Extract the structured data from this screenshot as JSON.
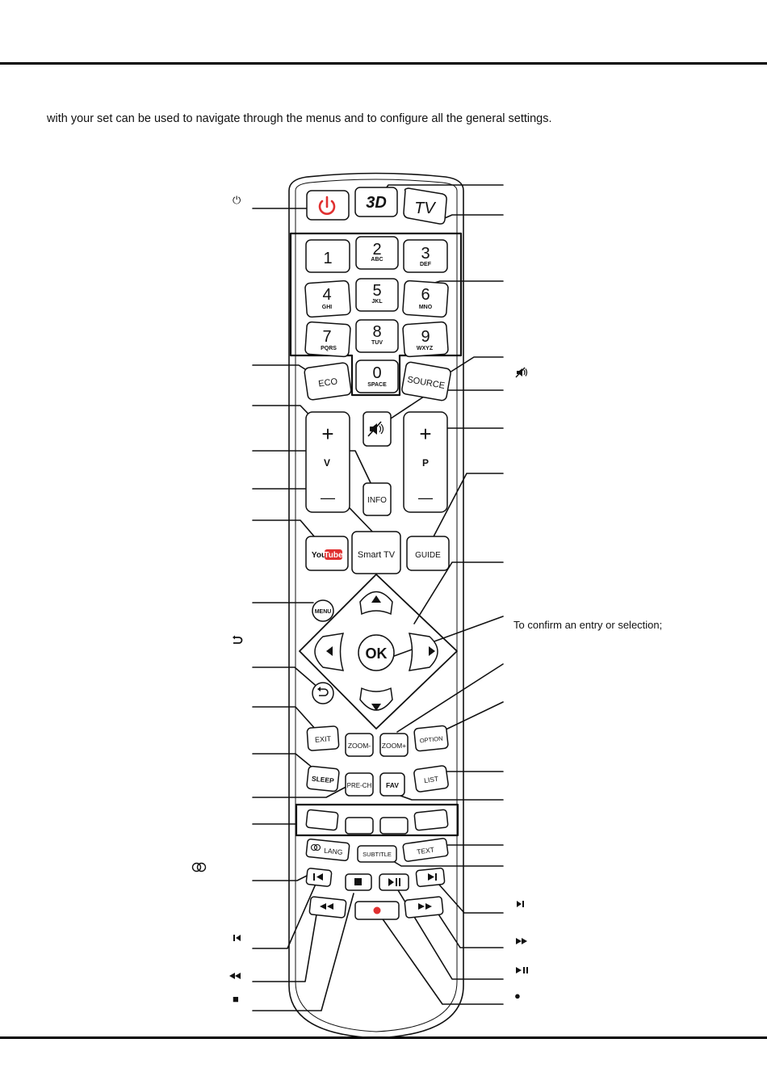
{
  "intro_text": "with your set can be used to navigate through the menus and to configure all the general settings.",
  "confirm_text": "To confirm an entry or selection;",
  "remote": {
    "top_row": {
      "three_d": "3D",
      "tv": "TV"
    },
    "digits": [
      {
        "n": "1",
        "sub": ""
      },
      {
        "n": "2",
        "sub": "ABC"
      },
      {
        "n": "3",
        "sub": "DEF"
      },
      {
        "n": "4",
        "sub": "GHI"
      },
      {
        "n": "5",
        "sub": "JKL"
      },
      {
        "n": "6",
        "sub": "MNO"
      },
      {
        "n": "7",
        "sub": "PQRS"
      },
      {
        "n": "8",
        "sub": "TUV"
      },
      {
        "n": "9",
        "sub": "WXYZ"
      },
      {
        "n": "0",
        "sub": "SPACE"
      }
    ],
    "eco": "ECO",
    "source": "SOURCE",
    "vol_label": "V",
    "prog_label": "P",
    "plus": "+",
    "minus": "—",
    "info": "INFO",
    "youtube_you": "You",
    "youtube_tube": "Tube",
    "smart_tv": "Smart TV",
    "guide": "GUIDE",
    "menu": "MENU",
    "ok": "OK",
    "exit": "EXIT",
    "zoom_minus": "ZOOM-",
    "zoom_plus": "ZOOM+",
    "option": "OPTION",
    "sleep": "SLEEP",
    "pre_ch": "PRE-CH",
    "fav": "FAV",
    "list": "LIST",
    "lang": "LANG",
    "subtitle": "SUBTITLE",
    "text": "TEXT",
    "color_keys": [
      "#ffffff",
      "#ffffff",
      "#ffffff",
      "#ffffff"
    ],
    "accent_red": "#e03030"
  },
  "side_symbols": {
    "power": "⏻",
    "mute": "mute-icon",
    "return": "return-icon",
    "lang_circles": "dual-circle-icon",
    "prev": "skip-back-icon",
    "rewind": "rewind-icon",
    "stop": "■",
    "next": "skip-forward-icon",
    "fast_forward": "fast-forward-icon",
    "play_pause": "play-pause-icon",
    "record": "●"
  }
}
